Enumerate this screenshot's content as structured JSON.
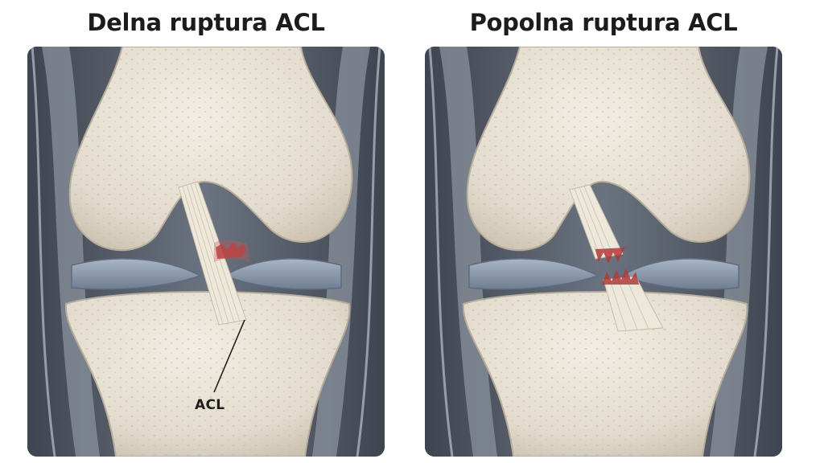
{
  "titles": {
    "left": "Delna ruptura ACL",
    "right": "Popolna ruptura ACL"
  },
  "labels": {
    "acl": "ACL"
  },
  "colors": {
    "bone": "#e7e1d5",
    "bone_shadow": "#cfc6b6",
    "meniscus": "#8c9bb0",
    "soft_tissue": "#4a505a",
    "ligament": "#efe9dd",
    "tear": "#b23a3a"
  }
}
